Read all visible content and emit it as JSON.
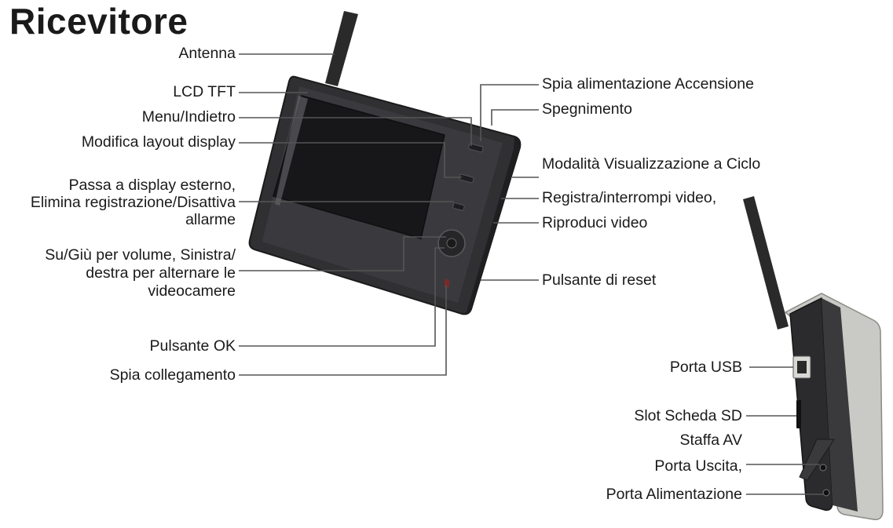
{
  "title": "Ricevitore",
  "labels": {
    "antenna": "Antenna",
    "lcd": "LCD TFT",
    "menu": "Menu/Indietro",
    "layout": "Modifica layout display",
    "display_ext_1": "Passa a display esterno,",
    "display_ext_2": "Elimina registrazione/Disattiva",
    "display_ext_3": "allarme",
    "volume_1": "Su/Giù per volume, Sinistra/",
    "volume_2": "destra per alternare le",
    "volume_3": "videocamere",
    "ok": "Pulsante OK",
    "link_led": "Spia collegamento",
    "power_led": "Spia alimentazione Accensione",
    "power_off": "Spegnimento",
    "cycle": "Modalità Visualizzazione a Ciclo",
    "record": "Registra/interrompi video,",
    "play": "Riproduci video",
    "reset": "Pulsante di reset",
    "usb": "Porta USB",
    "sd": "Slot Scheda SD",
    "av": "Staffa AV",
    "out": "Porta Uscita,",
    "power_port": "Porta Alimentazione"
  },
  "colors": {
    "text": "#1a1a1a",
    "leader": "#555555",
    "device": "#2b2b2d",
    "screen": "#1c1c1e"
  }
}
